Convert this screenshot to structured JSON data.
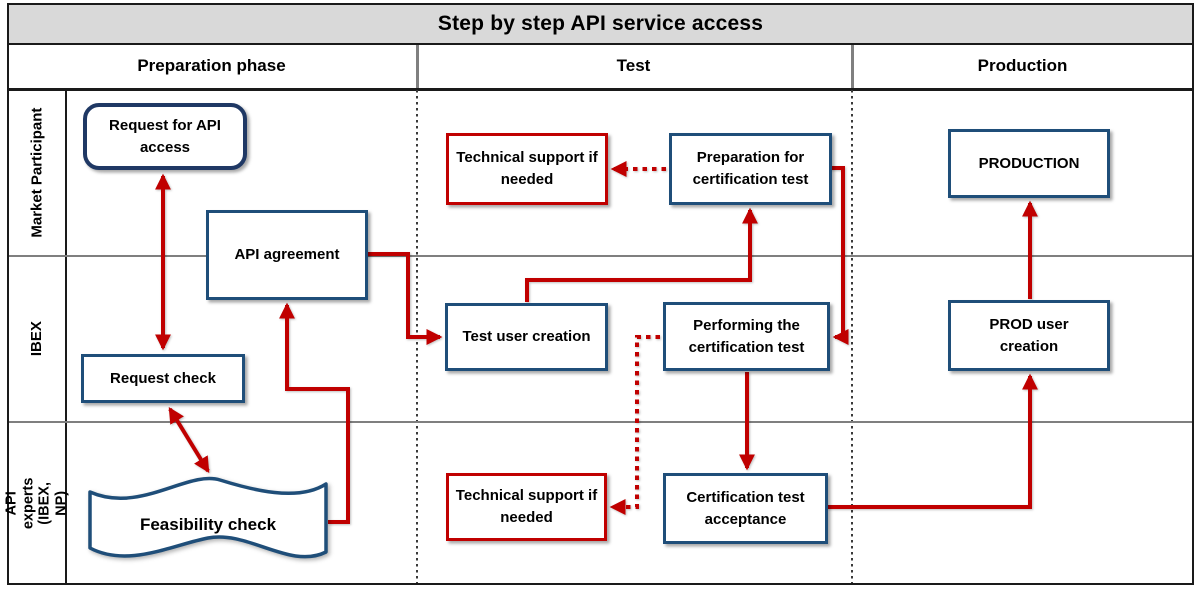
{
  "title": "Step by step API service access",
  "columns": [
    {
      "label": "Preparation phase"
    },
    {
      "label": "Test"
    },
    {
      "label": "Production"
    }
  ],
  "lanes": [
    {
      "label": "Market Participant"
    },
    {
      "label": "IBEX"
    },
    {
      "label": "API experts (IBEX, NP)"
    }
  ],
  "nodes": {
    "request_api_access": {
      "label": "Request for API access"
    },
    "api_agreement": {
      "label": "API agreement"
    },
    "request_check": {
      "label": "Request check"
    },
    "feasibility_check": {
      "label": "Feasibility check"
    },
    "tech_support_top": {
      "label": "Technical support if needed"
    },
    "preparation_cert_test": {
      "label": "Preparation for certification test"
    },
    "test_user_creation": {
      "label": "Test user creation"
    },
    "performing_cert_test": {
      "label": "Performing the certification test"
    },
    "tech_support_bottom": {
      "label": "Technical support if needed"
    },
    "cert_test_acceptance": {
      "label": "Certification test acceptance"
    },
    "production": {
      "label": "PRODUCTION"
    },
    "prod_user_creation": {
      "label": "PROD user creation"
    }
  },
  "edges": [
    {
      "from": "request_api_access",
      "to": "request_check",
      "style": "solid",
      "bidirectional": true
    },
    {
      "from": "request_check",
      "to": "feasibility_check",
      "style": "solid",
      "bidirectional": true
    },
    {
      "from": "feasibility_check",
      "to": "api_agreement",
      "style": "solid"
    },
    {
      "from": "api_agreement",
      "to": "test_user_creation",
      "style": "solid"
    },
    {
      "from": "test_user_creation",
      "to": "preparation_cert_test",
      "style": "solid"
    },
    {
      "from": "preparation_cert_test",
      "to": "tech_support_top",
      "style": "dotted"
    },
    {
      "from": "preparation_cert_test",
      "to": "performing_cert_test",
      "style": "solid"
    },
    {
      "from": "performing_cert_test",
      "to": "tech_support_bottom",
      "style": "dotted"
    },
    {
      "from": "performing_cert_test",
      "to": "cert_test_acceptance",
      "style": "solid"
    },
    {
      "from": "cert_test_acceptance",
      "to": "prod_user_creation",
      "style": "solid"
    },
    {
      "from": "prod_user_creation",
      "to": "production",
      "style": "solid"
    }
  ],
  "colors": {
    "title_bg": "#D9D9D9",
    "box_border": "#1F4E79",
    "rounded_box_border": "#1F3864",
    "alert_border": "#C00000",
    "arrow": "#C00000",
    "grid_line": "#808080",
    "frame": "#1A1A1A"
  }
}
